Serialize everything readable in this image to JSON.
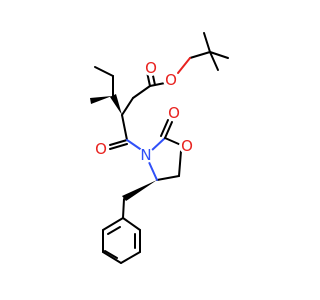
{
  "molecule": {
    "atoms": {
      "ester_carbonyl_o": {
        "symbol": "O",
        "color": "#e8221f"
      },
      "ester_ether_o": {
        "symbol": "O",
        "color": "#e8221f"
      },
      "ketone_o": {
        "symbol": "O",
        "color": "#e8221f"
      },
      "lactam_o": {
        "symbol": "O",
        "color": "#e8221f"
      },
      "ring_n": {
        "symbol": "N",
        "color": "#3050f8"
      },
      "ring_o": {
        "symbol": "O",
        "color": "#e8221f"
      }
    },
    "colors": {
      "bond": "#000000",
      "oxygen": "#e8221f",
      "nitrogen": "#3050f8",
      "background": "#ffffff"
    }
  }
}
